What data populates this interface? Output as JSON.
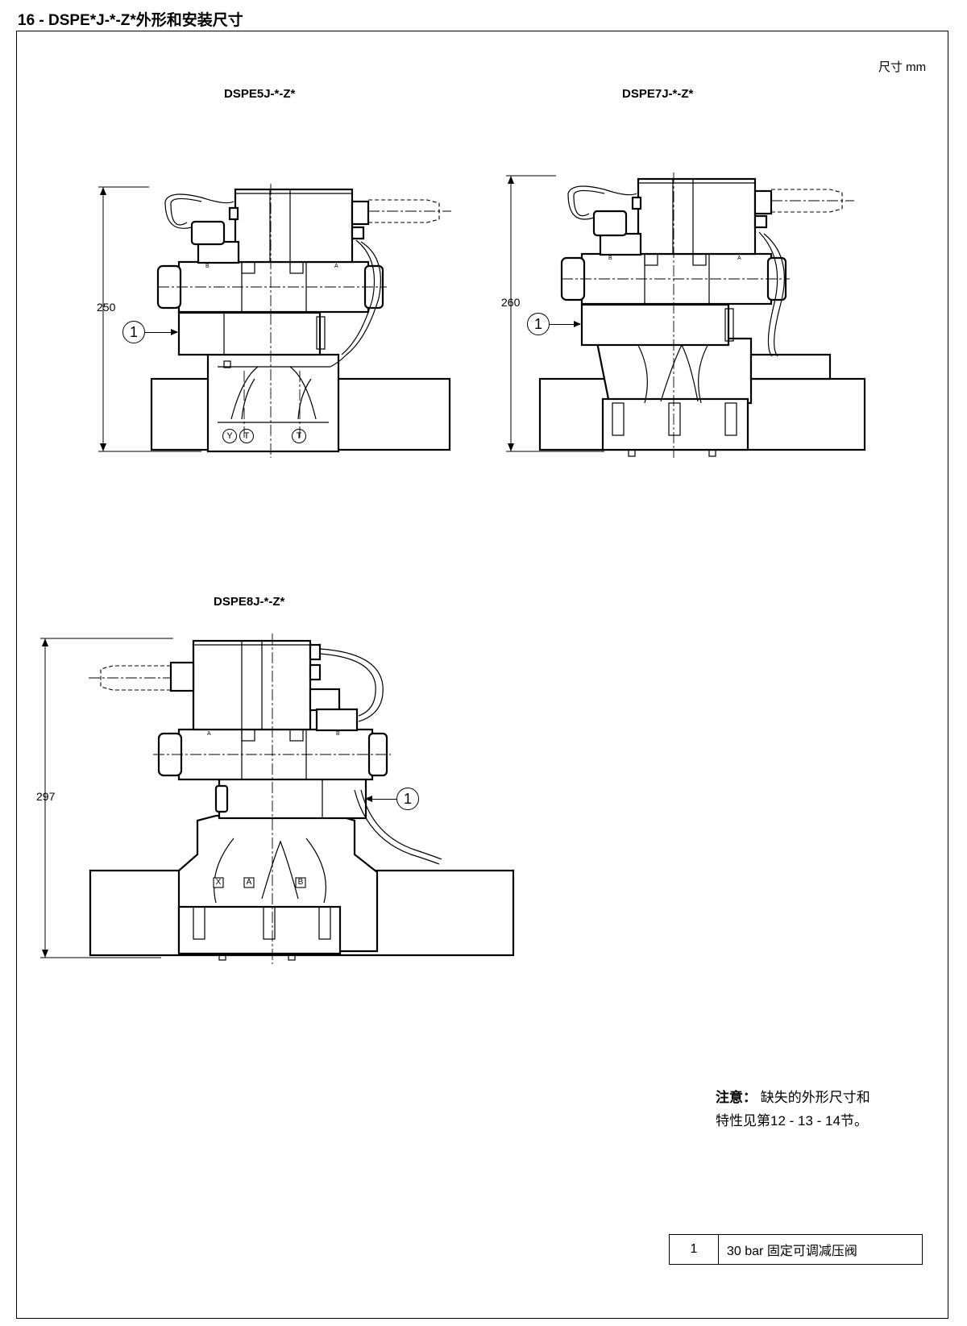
{
  "page": {
    "section_title": "16 - DSPE*J-*-Z*外形和安装尺寸",
    "units_label": "尺寸 mm"
  },
  "drawings": [
    {
      "id": "dspe5j",
      "title": "DSPE5J-*-Z*",
      "height_dimension": "250",
      "callout": "1",
      "ports": [
        "Y",
        "T",
        "T"
      ]
    },
    {
      "id": "dspe7j",
      "title": "DSPE7J-*-Z*",
      "height_dimension": "260",
      "callout": "1",
      "ports": []
    },
    {
      "id": "dspe8j",
      "title": "DSPE8J-*-Z*",
      "height_dimension": "297",
      "callout": "1",
      "ports": [
        "X",
        "A",
        "B"
      ]
    }
  ],
  "solenoid_labels": {
    "b": "B",
    "a": "A"
  },
  "note": {
    "label": "注意：",
    "line1": "缺失的外形尺寸和",
    "line2": "特性见第12 - 13 - 14节。"
  },
  "legend": [
    {
      "number": "1",
      "description": "30 bar 固定可调减压阀"
    }
  ]
}
